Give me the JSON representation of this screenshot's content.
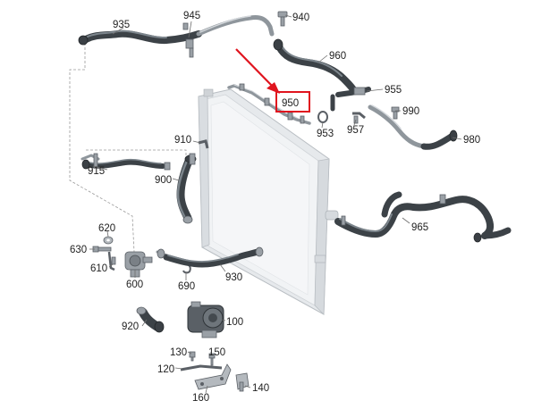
{
  "diagram": {
    "callouts": [
      {
        "id": "935",
        "text": "935"
      },
      {
        "id": "945",
        "text": "945"
      },
      {
        "id": "940",
        "text": "940"
      },
      {
        "id": "960",
        "text": "960"
      },
      {
        "id": "955",
        "text": "955"
      },
      {
        "id": "950",
        "text": "950",
        "highlighted": true
      },
      {
        "id": "990",
        "text": "990"
      },
      {
        "id": "953",
        "text": "953"
      },
      {
        "id": "957",
        "text": "957"
      },
      {
        "id": "980",
        "text": "980"
      },
      {
        "id": "910",
        "text": "910"
      },
      {
        "id": "915",
        "text": "915"
      },
      {
        "id": "900",
        "text": "900"
      },
      {
        "id": "965",
        "text": "965"
      },
      {
        "id": "620",
        "text": "620"
      },
      {
        "id": "630",
        "text": "630"
      },
      {
        "id": "610",
        "text": "610"
      },
      {
        "id": "600",
        "text": "600"
      },
      {
        "id": "690",
        "text": "690"
      },
      {
        "id": "930",
        "text": "930"
      },
      {
        "id": "920",
        "text": "920"
      },
      {
        "id": "100",
        "text": "100"
      },
      {
        "id": "130",
        "text": "130"
      },
      {
        "id": "150",
        "text": "150"
      },
      {
        "id": "120",
        "text": "120"
      },
      {
        "id": "140",
        "text": "140"
      },
      {
        "id": "160",
        "text": "160"
      }
    ],
    "colors": {
      "highlight_box": "#e0141e",
      "arrow": "#e0141e",
      "hose": "#3c4247",
      "radiator": "#e3e6e9"
    }
  }
}
